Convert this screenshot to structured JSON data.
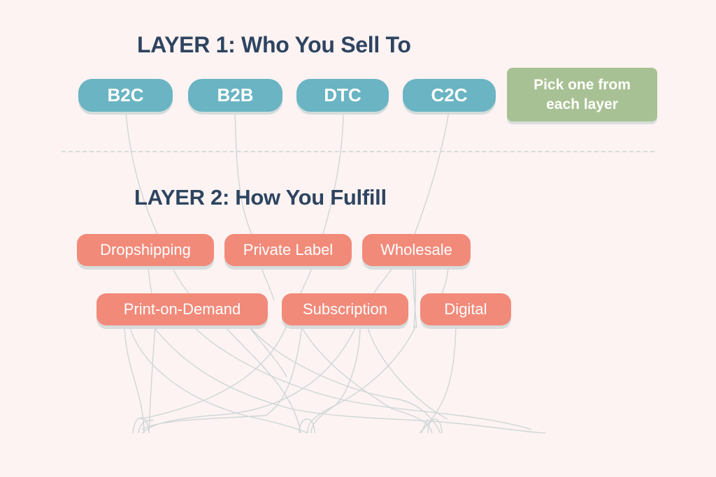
{
  "layer1": {
    "title": "LAYER 1: Who You Sell To",
    "options": [
      {
        "label": "B2C"
      },
      {
        "label": "B2B"
      },
      {
        "label": "DTC"
      },
      {
        "label": "C2C"
      }
    ],
    "color": "#6ab4c3"
  },
  "note": {
    "line1": "Pick one from",
    "line2": "each layer",
    "color": "#a8c194"
  },
  "layer2": {
    "title": "LAYER 2: How You Fulfill",
    "options": [
      {
        "label": "Dropshipping"
      },
      {
        "label": "Private Label"
      },
      {
        "label": "Wholesale"
      },
      {
        "label": "Print-on-Demand"
      },
      {
        "label": "Subscription"
      },
      {
        "label": "Digital"
      }
    ],
    "color": "#f28a7a"
  },
  "colors": {
    "background": "#fcf3f2",
    "title": "#2e4460",
    "connector": "#c9d3d4"
  }
}
